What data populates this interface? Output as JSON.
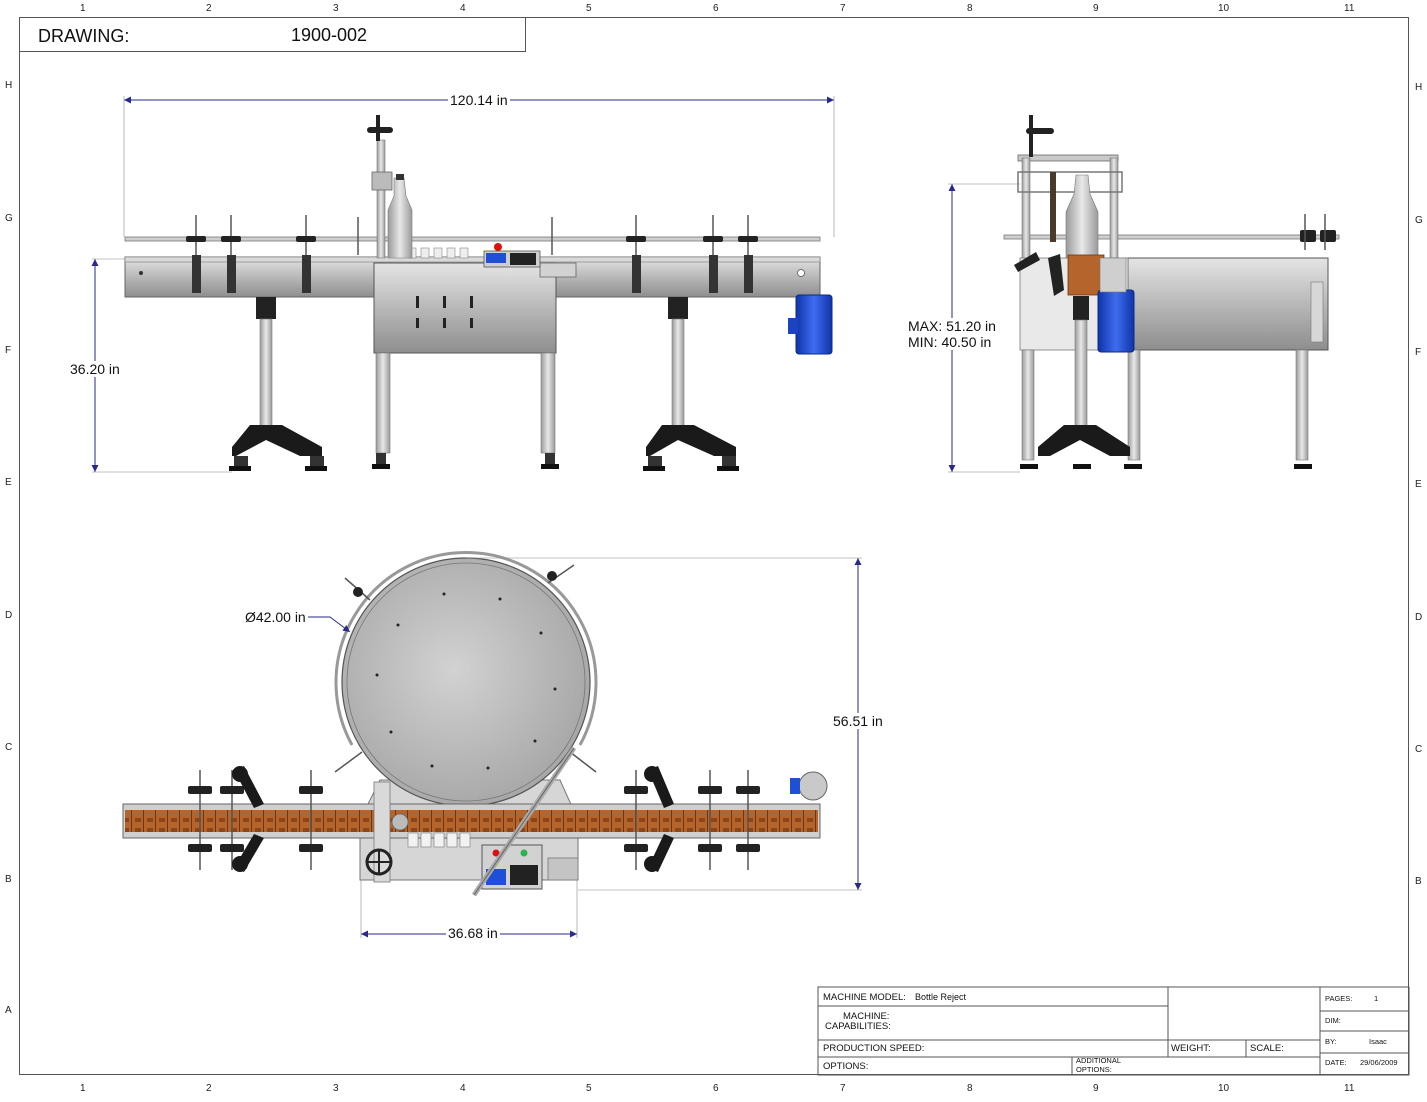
{
  "drawing": {
    "label": "DRAWING:",
    "number": "1900-002"
  },
  "grid": {
    "columns": [
      "1",
      "2",
      "3",
      "4",
      "5",
      "6",
      "7",
      "8",
      "9",
      "10",
      "11"
    ],
    "rows": [
      "H",
      "G",
      "F",
      "E",
      "D",
      "C",
      "B",
      "A"
    ]
  },
  "dimensions": {
    "length": "120.14 in",
    "height": "36.20 in",
    "max_height": "MAX: 51.20 in",
    "min_height": "MIN: 40.50 in",
    "turntable_diameter": "Ø42.00 in",
    "depth": "56.51 in",
    "frame_width": "36.68 in"
  },
  "title_block": {
    "machine_model_label": "MACHINE MODEL:",
    "machine_model": "Bottle Reject",
    "capabilities_label_1": "MACHINE:",
    "capabilities_label_2": "CAPABILITIES:",
    "production_speed_label": "PRODUCTION SPEED:",
    "options_label": "OPTIONS:",
    "additional_label_1": "ADDITIONAL",
    "additional_label_2": "OPTIONS:",
    "weight_label": "WEIGHT:",
    "scale_label": "SCALE:",
    "pages_label": "PAGES:",
    "pages": "1",
    "dim_label": "DIM:",
    "by_label": "BY:",
    "by": "Isaac",
    "date_label": "DATE:",
    "date": "29/06/2009"
  },
  "colors": {
    "motor": "#1f4fd6",
    "conveyor_chain": "#b5642b",
    "frame": "#b8b8b8",
    "dimension_line": "#2a2a8a"
  }
}
